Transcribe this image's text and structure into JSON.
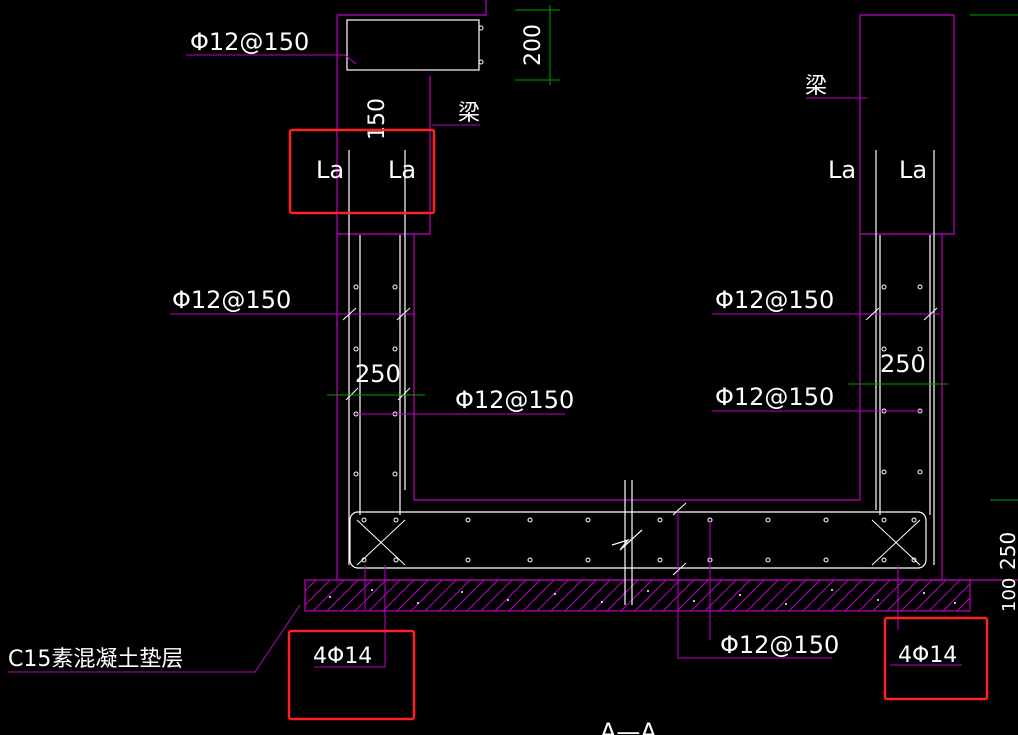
{
  "colors": {
    "background": "#000000",
    "outline": "#c000c0",
    "rebar": "#ffffff",
    "dimension": "#00a000",
    "highlight": "#ff2020"
  },
  "labels": {
    "rebar_top_left": "Φ12@150",
    "dim_200": "200",
    "dim_150": "150",
    "beam_left": "梁",
    "beam_right": "梁",
    "la_1": "La",
    "la_2": "La",
    "la_3": "La",
    "la_4": "La",
    "rebar_left_wall_outer": "Φ12@150",
    "dim_250_left": "250",
    "rebar_left_wall_inner": "Φ12@150",
    "rebar_right_wall_outer": "Φ12@150",
    "dim_250_right": "250",
    "rebar_right_wall_inner": "Φ12@150",
    "dim_250_edge": "250",
    "dim_100_edge": "100",
    "cushion_layer": "C15素混凝土垫层",
    "corner_bars_left": "4Φ14",
    "rebar_slab_bottom": "Φ12@150",
    "corner_bars_right": "4Φ14",
    "section_mark": "A—A"
  }
}
